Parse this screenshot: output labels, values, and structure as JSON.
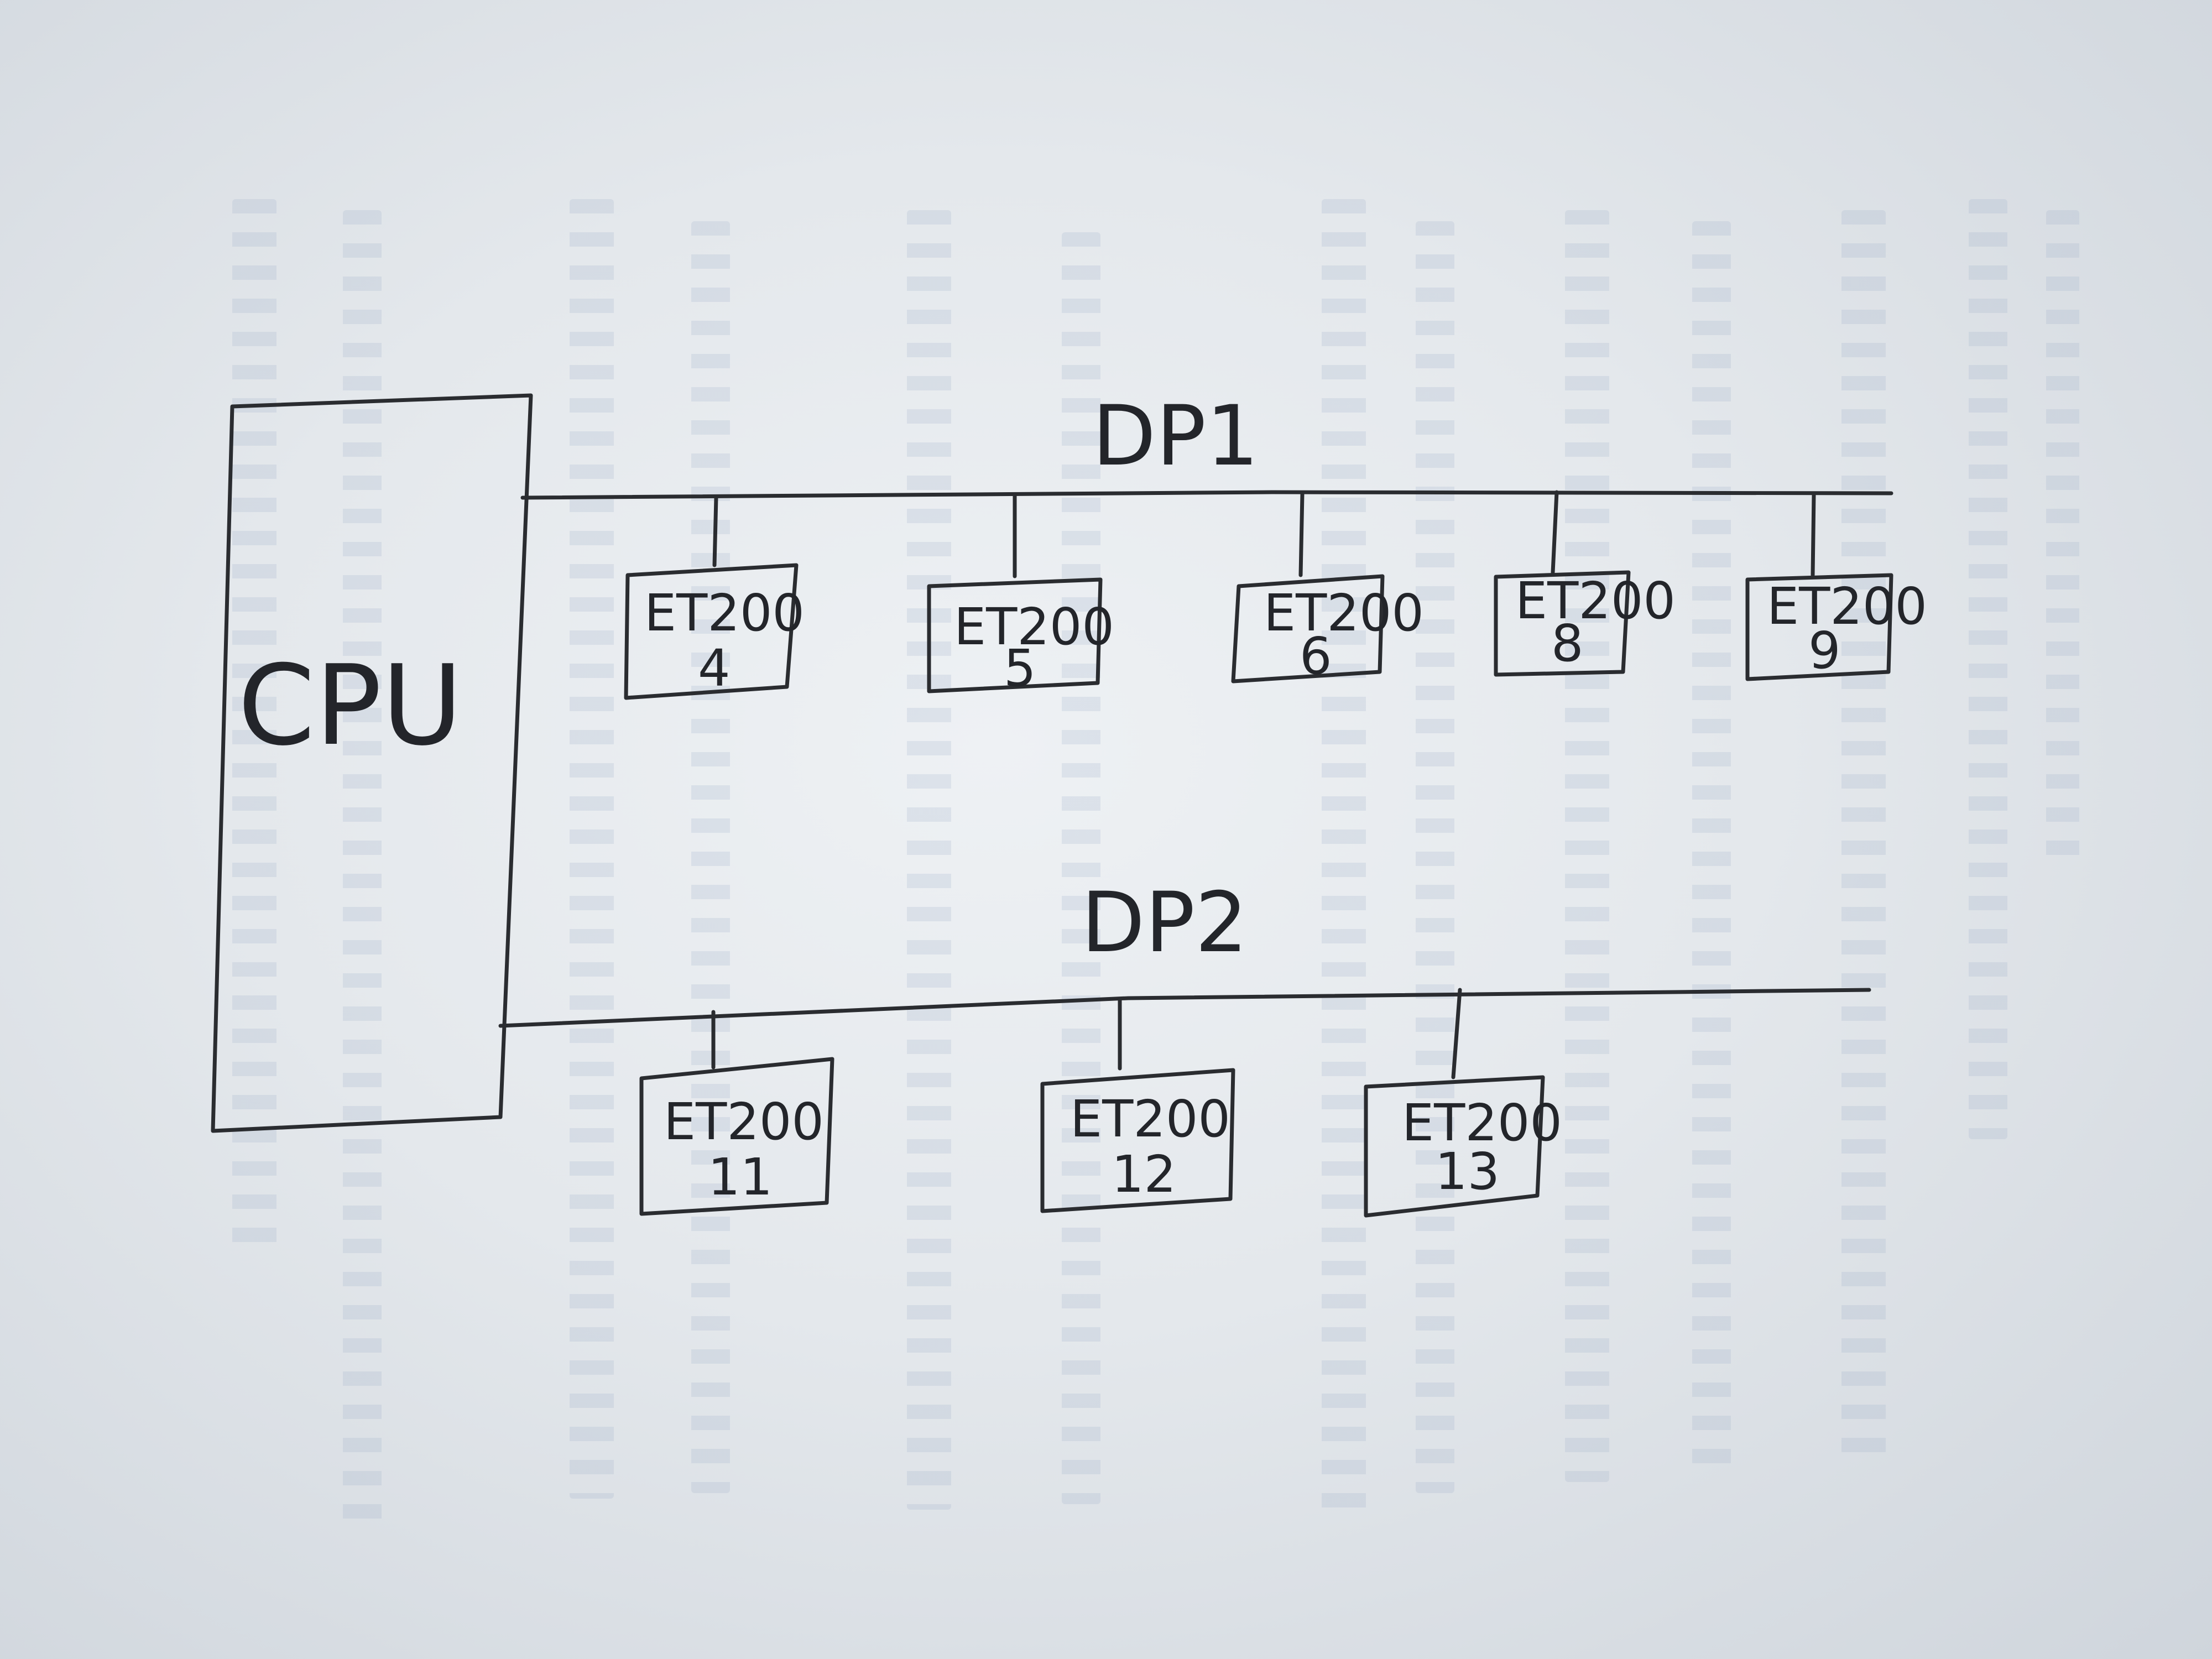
{
  "diagram": {
    "cpu_label": "CPU",
    "buses": [
      {
        "label": "DP1",
        "nodes": [
          {
            "line1": "ET200",
            "line2": "4"
          },
          {
            "line1": "ET200",
            "line2": "5"
          },
          {
            "line1": "ET200",
            "line2": "6"
          },
          {
            "line1": "ET200",
            "line2": "8"
          },
          {
            "line1": "ET200",
            "line2": "9"
          }
        ]
      },
      {
        "label": "DP2",
        "nodes": [
          {
            "line1": "ET200",
            "line2": "11"
          },
          {
            "line1": "ET200",
            "line2": "12"
          },
          {
            "line1": "ET200",
            "line2": "13"
          }
        ]
      }
    ]
  },
  "colors": {
    "ink": "#2a2c30",
    "paper": "#e8ecef",
    "bleed_through": "#96a8c4"
  }
}
